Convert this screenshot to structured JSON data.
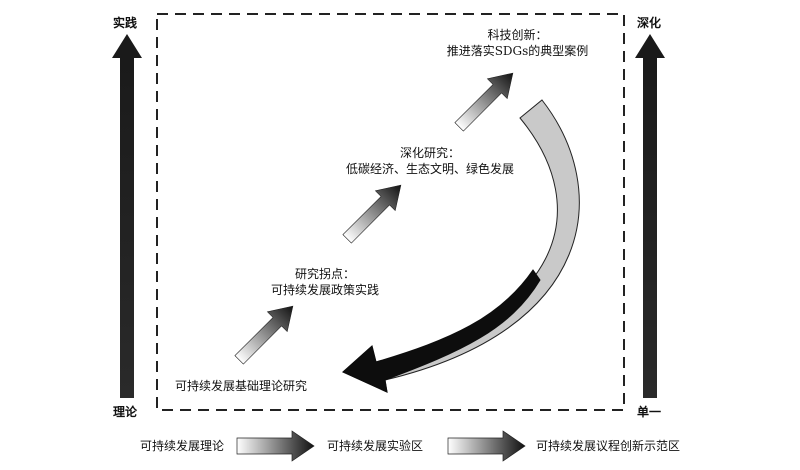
{
  "axes": {
    "left_top": "实践",
    "left_bottom": "理论",
    "right_top": "深化",
    "right_bottom": "单一"
  },
  "stages": {
    "stage1": {
      "line1": "可持续发展基础理论研究"
    },
    "stage2": {
      "line1": "研究拐点：",
      "line2": "可持续发展政策实践"
    },
    "stage3": {
      "line1": "深化研究：",
      "line2": "低碳经济、生态文明、绿色发展"
    },
    "stage4": {
      "line1": "科技创新：",
      "line2": "推进落实SDGs的典型案例"
    }
  },
  "bottom_flow": {
    "item1": "可持续发展理论",
    "item2": "可持续发展实验区",
    "item3": "可持续发展议程创新示范区"
  },
  "colors": {
    "arrow_dark": "#111111",
    "arrow_light": "#ffffff",
    "curve_fill": "#c9c9c9",
    "border": "#222222"
  }
}
